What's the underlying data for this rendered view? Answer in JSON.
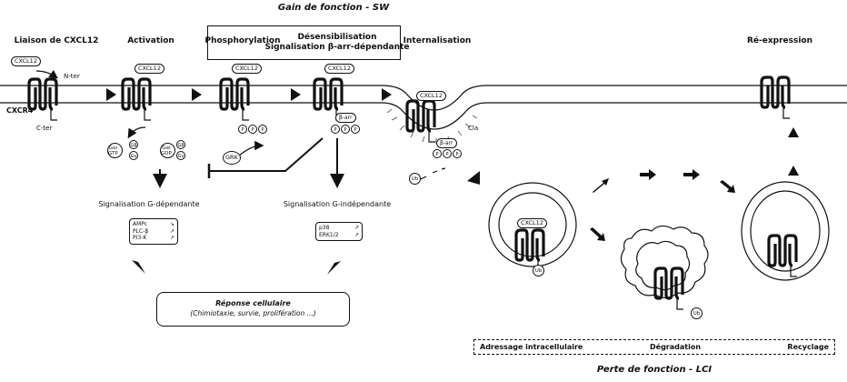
{
  "titles": {
    "gain": "Gain de fonction - SW",
    "perte": "Perte de fonction - LCI"
  },
  "steps": {
    "liaison": "Liaison de CXCL12",
    "activation": "Activation",
    "phosphorylation": "Phosphorylation",
    "desensibilisation": "Désensibilisation",
    "signalisation_barr": "Signalisation β-arr-dépendante",
    "internalisation": "Internalisation",
    "reexpression": "Ré-expression"
  },
  "labels": {
    "cxcr4": "CXCR4",
    "nter": "N-ter",
    "cter": "C-ter",
    "cla": "Cla",
    "ligand": "CXCL12",
    "phospho": "P",
    "barr": "β-arr",
    "grk": "GRK",
    "ub": "Ub",
    "gbeta": "Gβ",
    "ggamma": "Gγ",
    "gai_gtp": [
      "Gαi",
      "GTP"
    ],
    "gai_gdp": [
      "Gαi",
      "GDP"
    ]
  },
  "signaling": {
    "g_dep": {
      "title": "Signalisation G-dépendante",
      "items": [
        {
          "name": "AMPc",
          "trend": "↘"
        },
        {
          "name": "PLC-β",
          "trend": "↗"
        },
        {
          "name": "PI3-K",
          "trend": "↗"
        }
      ]
    },
    "g_indep": {
      "title": "Signalisation G-indépendante",
      "items": [
        {
          "name": "p38",
          "trend": "↗"
        },
        {
          "name": "ERK1/2",
          "trend": "↗"
        }
      ]
    }
  },
  "response": {
    "title": "Réponse cellulaire",
    "detail": "(Chimiotaxie, survie, prolifération ...)"
  },
  "fates": {
    "adressage": "Adressage intracellulaire",
    "degradation": "Dégradation",
    "recyclage": "Recyclage"
  }
}
